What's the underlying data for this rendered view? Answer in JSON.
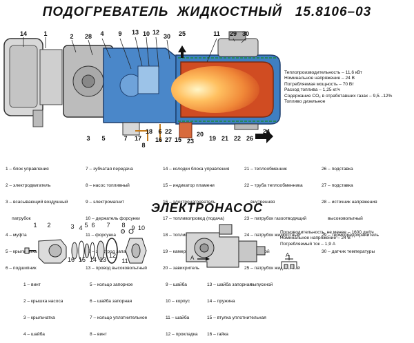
{
  "title": {
    "heater": "ПОДОГРЕВАТЕЛЬ  ЖИДКОСТНЫЙ   15.8106–03",
    "pump": "ЭЛЕКТРОНАСОС"
  },
  "heater_callouts": {
    "top": [
      "14",
      "1",
      "2",
      "28",
      "4",
      "9",
      "13",
      "10",
      "12",
      "30",
      "25",
      "11",
      "29",
      "30"
    ],
    "bottom": [
      "3",
      "5",
      "7",
      "17",
      "18",
      "8",
      "6",
      "16",
      "22",
      "27",
      "15",
      "23",
      "20",
      "19",
      "21",
      "22",
      "26",
      "24"
    ]
  },
  "heater_specs": [
    "Теплопроизводительность – 11,6 кВт",
    "Номинальное напряжение – 24 В",
    "Потребляемая мощность – 70 Вт",
    "Расход топлива – 1,25 кг/ч",
    "Содержание CO₂ в отработавших газах – 9,5...12%",
    "Топливо дизельное"
  ],
  "heater_legend": [
    [
      "1 – блок управления",
      "2 – электродвигатель",
      "3 – всасывающий воздушный",
      "     патрубок",
      "4 – муфта",
      "5 – крыльчатка",
      "6 – подшипник"
    ],
    [
      "7 – зубчатая передача",
      "8 – насос топливный",
      "9 – электромагнит",
      "10 – держатель форсунки",
      "11 – форсунка",
      "12 – электрод запальный",
      "13 – провод высоковольтный"
    ],
    [
      "14 – колодки блока управления",
      "15 – индикатор пламени",
      "16 – электронагреватель",
      "17 – топливопровод (подача)",
      "18 – топливопровод (слив)",
      "19 – камера сгорания",
      "20 – завихритель"
    ],
    [
      "21 – теплообменник",
      "22 – труба теплообменника",
      "     внутренняя",
      "23 – патрубок газоотводящий",
      "24 – патрубок жидкостный",
      "     впускной",
      "25 – патрубок жидкостный",
      "     выпускной"
    ],
    [
      "26 – подставка",
      "27 – подставка",
      "28 – источник напряжения",
      "     высоковольтный",
      "29 – термопредохранитель",
      "30 – датчик температуры"
    ]
  ],
  "pump_callouts": [
    "1",
    "2",
    "3",
    "4",
    "5",
    "6",
    "7",
    "8",
    "9",
    "10",
    "16",
    "15",
    "14",
    "13",
    "12",
    "11"
  ],
  "pump_specs": [
    [
      "Производительность, не менее",
      "– 1600 дм³/ч"
    ],
    [
      "Номинальное напряжение",
      "– 24 В"
    ],
    [
      "Потребляемый ток",
      "– 1,9 А"
    ]
  ],
  "pump_view_label": "A",
  "pump_legend": [
    [
      "1 – винт",
      "2 – крышка насоса",
      "3 – крыльчатка",
      "4 – шайба"
    ],
    [
      "5 – кольцо запорное",
      "6 – шайба запорная",
      "7 – кольцо уплотнительное",
      "8 – винт"
    ],
    [
      "9 – шайба",
      "10 – корпус",
      "11 – шайба",
      "12 – прокладка"
    ],
    [
      "13 – шайба запорная",
      "14 – пружина",
      "15 – втулка уплотнительная",
      "16 – гайка"
    ]
  ]
}
